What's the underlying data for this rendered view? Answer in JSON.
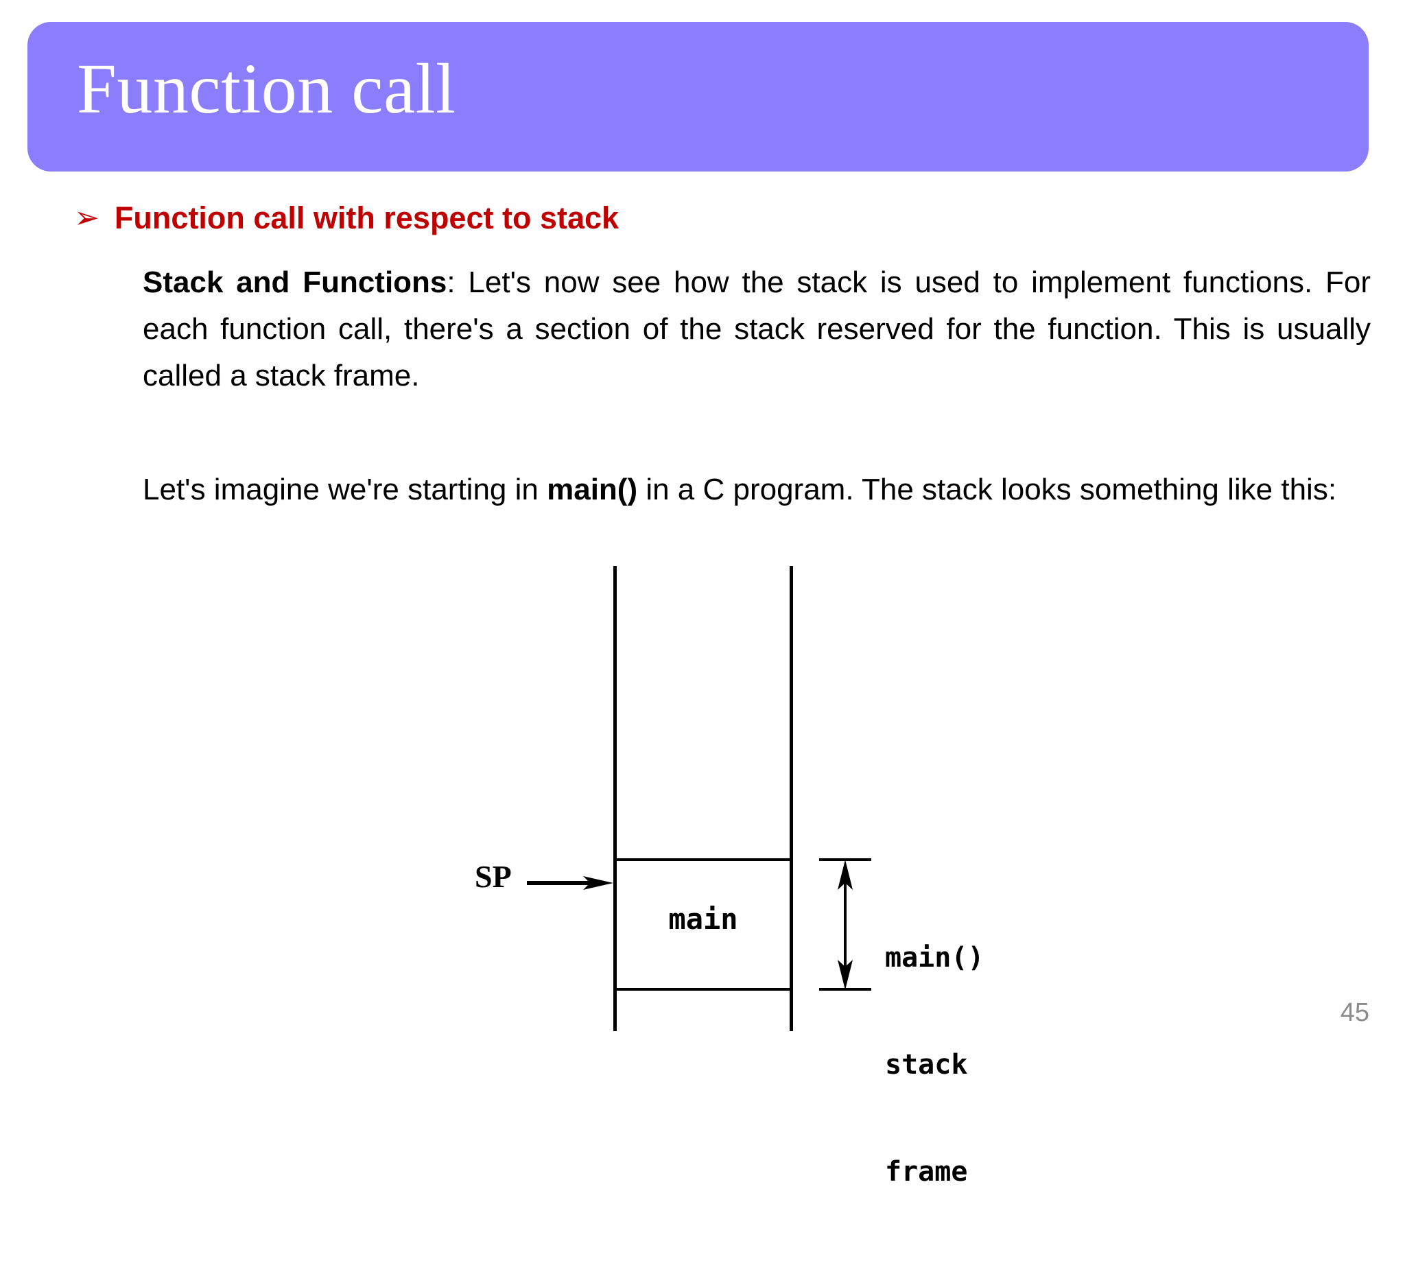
{
  "slide": {
    "title": "Function call",
    "page_number": "45",
    "accent_banner_color": "#8C7DFC",
    "heading_color": "#C00000",
    "page_number_color": "#8B8B8B"
  },
  "heading": {
    "bullet_icon": "chevron-right-bullet-icon",
    "bullet_glyph": "➢",
    "label": "Function call with respect to stack"
  },
  "paragraphs": [
    {
      "id": "stack-and-functions",
      "lead": "Stack and Functions",
      "rest": ": Let's now see how the stack is used to implement functions. For each function call, there's a section of the stack reserved for the function. This is usually called a stack frame."
    },
    {
      "id": "main-intro",
      "before": "Let's imagine we're starting in ",
      "emphasis": "main()",
      "after": " in a C program. The stack looks something like this:"
    }
  ],
  "diagram": {
    "name": "stack-frame-diagram",
    "sp_pointer_label": "SP",
    "sp_arrow_icon": "arrow-right-icon",
    "frame_block_label": "main",
    "bracket_arrow_icon": "double-headed-vertical-arrow-icon",
    "frame_caption_lines": [
      "main()",
      "stack",
      "frame"
    ]
  }
}
